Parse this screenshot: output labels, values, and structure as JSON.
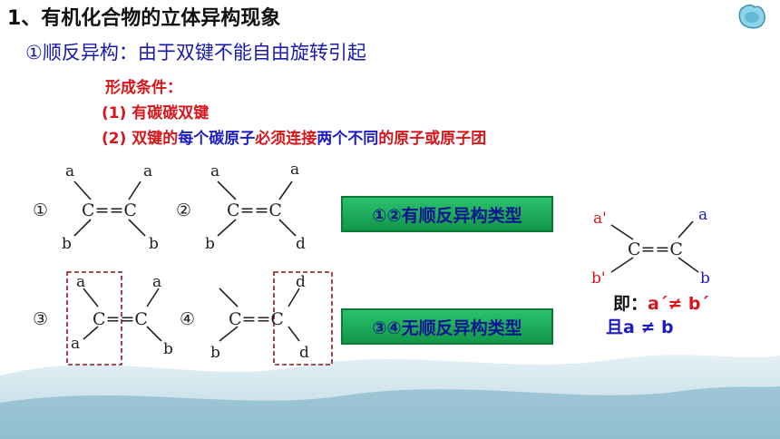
{
  "slide": {
    "heading": "1、有机化合物的立体异构现象",
    "subheading": "①顺反异构：由于双键不能自由旋转引起",
    "conditions": {
      "title": "形成条件：",
      "item1": "(1) 有碳碳双键",
      "item2_parts": [
        "(2) 双键的",
        "每个碳原子",
        "必须连接",
        "两个不同",
        "的原子或原子团"
      ]
    },
    "structures": {
      "s1": {
        "marker": "①",
        "formula": "C==C",
        "labels": [
          "a",
          "a",
          "b",
          "b"
        ]
      },
      "s2": {
        "marker": "②",
        "formula": "C==C",
        "labels": [
          "a",
          "a",
          "b",
          "d"
        ]
      },
      "s3": {
        "marker": "③",
        "formula": "C==C",
        "labels": [
          "a",
          "a",
          "a",
          "b"
        ]
      },
      "s4": {
        "marker": "④",
        "formula": "C==C",
        "labels": [
          "d",
          "b",
          "d"
        ]
      }
    },
    "badges": {
      "has_isomer": "①②有顺反异构类型",
      "no_isomer": "③④无顺反异构类型"
    },
    "general": {
      "formula": "C==C",
      "labels": {
        "top_left": "a'",
        "bottom_left": "b'",
        "top_right": "a",
        "bottom_right": "b"
      }
    },
    "conclusion": {
      "line1_prefix": "即：",
      "line1_expr": "a´≠ b´",
      "line2_prefix": "且",
      "line2_expr": "a ≠ b"
    },
    "colors": {
      "accent_red": "#d6161b",
      "accent_blue": "#1c1cc0",
      "badge_green": "#1aa85a",
      "box_dashed": "#8b1a1a"
    },
    "icons": [
      "flower-logo-icon"
    ]
  }
}
